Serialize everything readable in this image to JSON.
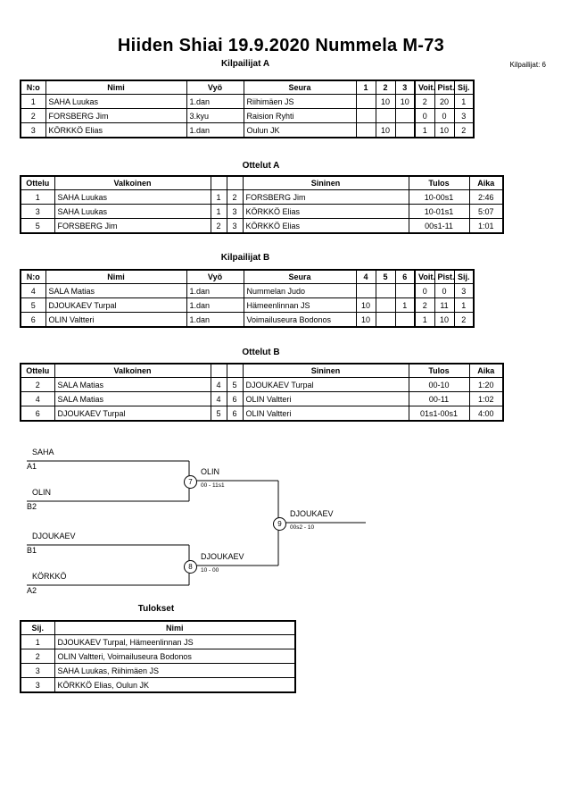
{
  "header": {
    "title": "Hiiden Shiai  19.9.2020  Nummela   M-73",
    "entrants_label": "Kilpailijat: 6"
  },
  "pool_a": {
    "caption": "Kilpailijat A",
    "columns": [
      "N:o",
      "Nimi",
      "Vyö",
      "Seura",
      "1",
      "2",
      "3",
      "Voit.",
      "Pist.",
      "Sij."
    ],
    "rows": [
      {
        "no": "1",
        "name": "SAHA Luukas",
        "belt": "1.dan",
        "club": "Riihimäen JS",
        "m1": "",
        "m2": "10",
        "m3": "10",
        "wins": "2",
        "points": "20",
        "rank": "1"
      },
      {
        "no": "2",
        "name": "FORSBERG Jim",
        "belt": "3.kyu",
        "club": "Raision Ryhti",
        "m1": "",
        "m2": "",
        "m3": "",
        "wins": "0",
        "points": "0",
        "rank": "3"
      },
      {
        "no": "3",
        "name": "KÖRKKÖ Elias",
        "belt": "1.dan",
        "club": "Oulun JK",
        "m1": "",
        "m2": "10",
        "m3": "",
        "wins": "1",
        "points": "10",
        "rank": "2"
      }
    ]
  },
  "matches_a": {
    "caption": "Ottelut A",
    "columns": [
      "Ottelu",
      "Valkoinen",
      "",
      "",
      "Sininen",
      "Tulos",
      "Aika"
    ],
    "rows": [
      {
        "no": "1",
        "white": "SAHA Luukas",
        "wn": "1",
        "bn": "2",
        "blue": "FORSBERG Jim",
        "result": "10-00s1",
        "time": "2:46"
      },
      {
        "no": "3",
        "white": "SAHA Luukas",
        "wn": "1",
        "bn": "3",
        "blue": "KÖRKKÖ Elias",
        "result": "10-01s1",
        "time": "5:07"
      },
      {
        "no": "5",
        "white": "FORSBERG Jim",
        "wn": "2",
        "bn": "3",
        "blue": "KÖRKKÖ Elias",
        "result": "00s1-11",
        "time": "1:01"
      }
    ]
  },
  "pool_b": {
    "caption": "Kilpailijat B",
    "columns": [
      "N:o",
      "Nimi",
      "Vyö",
      "Seura",
      "4",
      "5",
      "6",
      "Voit.",
      "Pist.",
      "Sij."
    ],
    "rows": [
      {
        "no": "4",
        "name": "SALA Matias",
        "belt": "1.dan",
        "club": "Nummelan Judo",
        "m1": "",
        "m2": "",
        "m3": "",
        "wins": "0",
        "points": "0",
        "rank": "3"
      },
      {
        "no": "5",
        "name": "DJOUKAEV Turpal",
        "belt": "1.dan",
        "club": "Hämeenlinnan JS",
        "m1": "10",
        "m2": "",
        "m3": "1",
        "wins": "2",
        "points": "11",
        "rank": "1"
      },
      {
        "no": "6",
        "name": "OLIN Valtteri",
        "belt": "1.dan",
        "club": "Voimailuseura Bodonos",
        "m1": "10",
        "m2": "",
        "m3": "",
        "wins": "1",
        "points": "10",
        "rank": "2"
      }
    ]
  },
  "matches_b": {
    "caption": "Ottelut B",
    "columns": [
      "Ottelu",
      "Valkoinen",
      "",
      "",
      "Sininen",
      "Tulos",
      "Aika"
    ],
    "rows": [
      {
        "no": "2",
        "white": "SALA Matias",
        "wn": "4",
        "bn": "5",
        "blue": "DJOUKAEV Turpal",
        "result": "00-10",
        "time": "1:20"
      },
      {
        "no": "4",
        "white": "SALA Matias",
        "wn": "4",
        "bn": "6",
        "blue": "OLIN Valtteri",
        "result": "00-11",
        "time": "1:02"
      },
      {
        "no": "6",
        "white": "DJOUKAEV Turpal",
        "wn": "5",
        "bn": "6",
        "blue": "OLIN Valtteri",
        "result": "01s1-00s1",
        "time": "4:00"
      }
    ]
  },
  "bracket": {
    "entrants": [
      {
        "name": "SAHA",
        "seed": "A1"
      },
      {
        "name": "OLIN",
        "seed": "B2"
      },
      {
        "name": "DJOUKAEV",
        "seed": "B1"
      },
      {
        "name": "KÖRKKÖ",
        "seed": "A2"
      }
    ],
    "semifinals": [
      {
        "number": "7",
        "winner": "OLIN",
        "score": "00 - 11s1"
      },
      {
        "number": "8",
        "winner": "DJOUKAEV",
        "score": "10 - 00"
      }
    ],
    "final": {
      "number": "9",
      "winner": "DJOUKAEV",
      "score": "00s2 - 10"
    }
  },
  "results": {
    "caption": "Tulokset",
    "columns": [
      "Sij.",
      "Nimi"
    ],
    "rows": [
      {
        "rank": "1",
        "name": "DJOUKAEV Turpal, Hämeenlinnan JS"
      },
      {
        "rank": "2",
        "name": "OLIN Valtteri, Voimailuseura Bodonos"
      },
      {
        "rank": "3",
        "name": "SAHA Luukas, Riihimäen JS"
      },
      {
        "rank": "3",
        "name": "KÖRKKÖ Elias, Oulun JK"
      }
    ]
  }
}
